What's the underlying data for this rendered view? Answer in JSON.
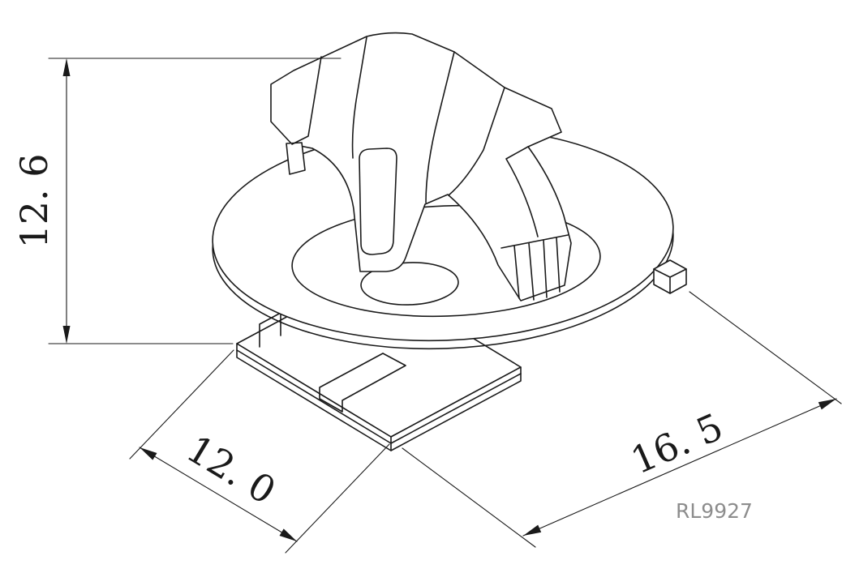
{
  "drawing": {
    "part_label": "RL9927",
    "dimensions": {
      "height": "12. 6",
      "width": "12. 0",
      "depth": "16. 5"
    }
  },
  "colors": {
    "line": "#1a1a1a",
    "part_label_gray": "#8d8d8d"
  }
}
